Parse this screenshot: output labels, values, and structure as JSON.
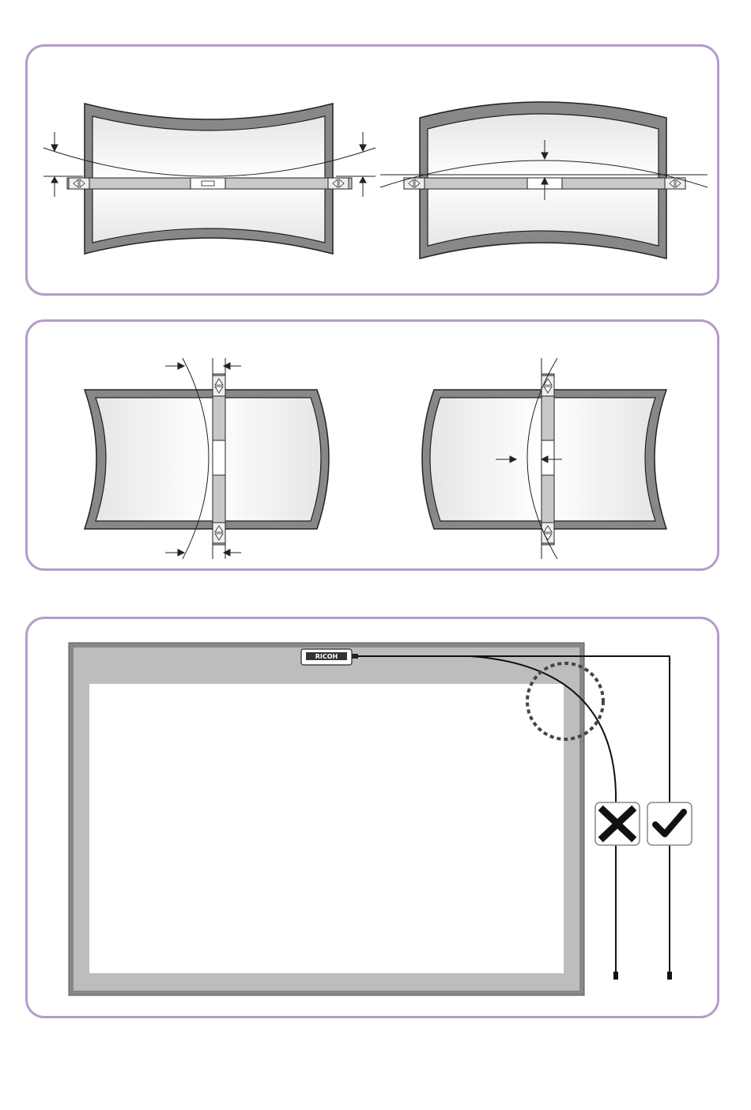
{
  "colors": {
    "panel_frame": "#b49ccc",
    "bezel_dark": "#888888",
    "bezel_light": "#bdbdbd",
    "screen": "#f4f4f4",
    "line": "#1a1a1a",
    "sensor_bar": "#c8c8c8"
  },
  "panels": [
    {
      "name": "horizontal-curvature-check",
      "views": [
        "concave-screen",
        "convex-screen"
      ]
    },
    {
      "name": "vertical-curvature-check",
      "views": [
        "concave-screen",
        "convex-screen"
      ]
    },
    {
      "name": "cable-routing",
      "views": [
        "display-with-sensor"
      ]
    }
  ],
  "sensor_logo": "RICOH",
  "routing": {
    "wrong_mark": "x-mark-icon",
    "correct_mark": "check-mark-icon"
  }
}
